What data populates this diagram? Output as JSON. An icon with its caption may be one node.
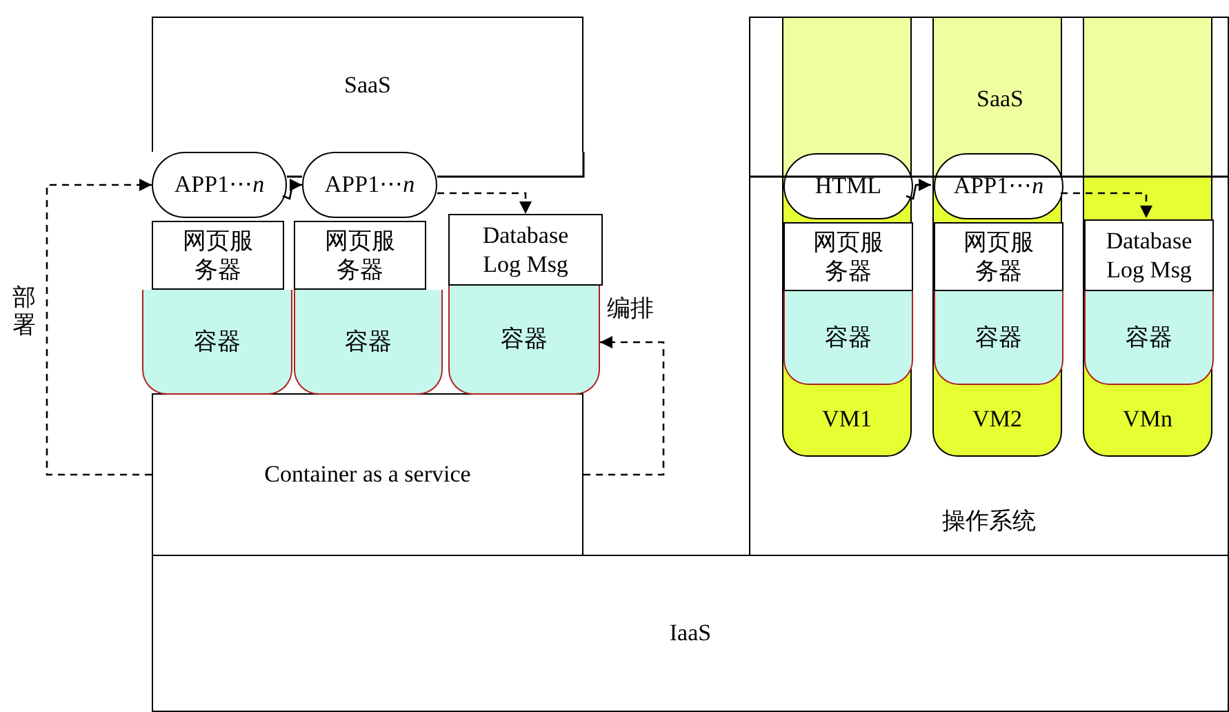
{
  "diagram": {
    "nodes": [
      {
        "text": [
          "SaaS"
        ]
      },
      {
        "text": [
          "APP1⋯*n*"
        ]
      },
      {
        "text": [
          "APP1⋯*n*"
        ]
      },
      {
        "text": [
          "网页服务器"
        ]
      },
      {
        "text": [
          "网页服务器"
        ]
      },
      {
        "text": [
          "Database Log Msg"
        ]
      },
      {
        "text": [
          "容器"
        ]
      },
      {
        "text": [
          "容器"
        ]
      },
      {
        "text": [
          "容器"
        ]
      },
      {
        "text": [
          "Container as a service"
        ]
      },
      {
        "text": [
          "IaaS"
        ]
      },
      {
        "text": [
          "操作系统"
        ]
      },
      {
        "text": [
          "VM1"
        ],
        "in": 11
      },
      {
        "text": [
          "VM2"
        ],
        "in": 11
      },
      {
        "text": [
          "VMn"
        ],
        "in": 11
      },
      {
        "text": [
          "HTML"
        ],
        "in": 12
      },
      {
        "text": [
          "APP1⋯*n*"
        ],
        "in": 13
      },
      {
        "text": [
          "网页服务器"
        ],
        "in": 12
      },
      {
        "text": [
          "网页服务器"
        ],
        "in": 13
      },
      {
        "text": [
          "Database Log Msg"
        ],
        "in": 14
      },
      {
        "text": [
          "容器"
        ],
        "in": 12
      },
      {
        "text": [
          "容器"
        ],
        "in": 13
      },
      {
        "text": [
          "容器"
        ],
        "in": 14
      }
    ],
    "edges": [
      {
        "from": 9,
        "to": 1,
        "arrow": "to",
        "style": "dashed",
        "label": "部署"
      },
      {
        "from": 9,
        "to": 8,
        "arrow": "to",
        "style": "dashed",
        "label": "编排"
      },
      {
        "from": 1,
        "to": 2,
        "arrow": "to"
      },
      {
        "from": 2,
        "to": 5,
        "arrow": "to",
        "style": "dashed"
      },
      {
        "from": 15,
        "to": 16,
        "arrow": "to"
      },
      {
        "from": 16,
        "to": 19,
        "arrow": "to",
        "style": "dashed"
      }
    ],
    "labels": [
      "SaaS"
    ]
  }
}
